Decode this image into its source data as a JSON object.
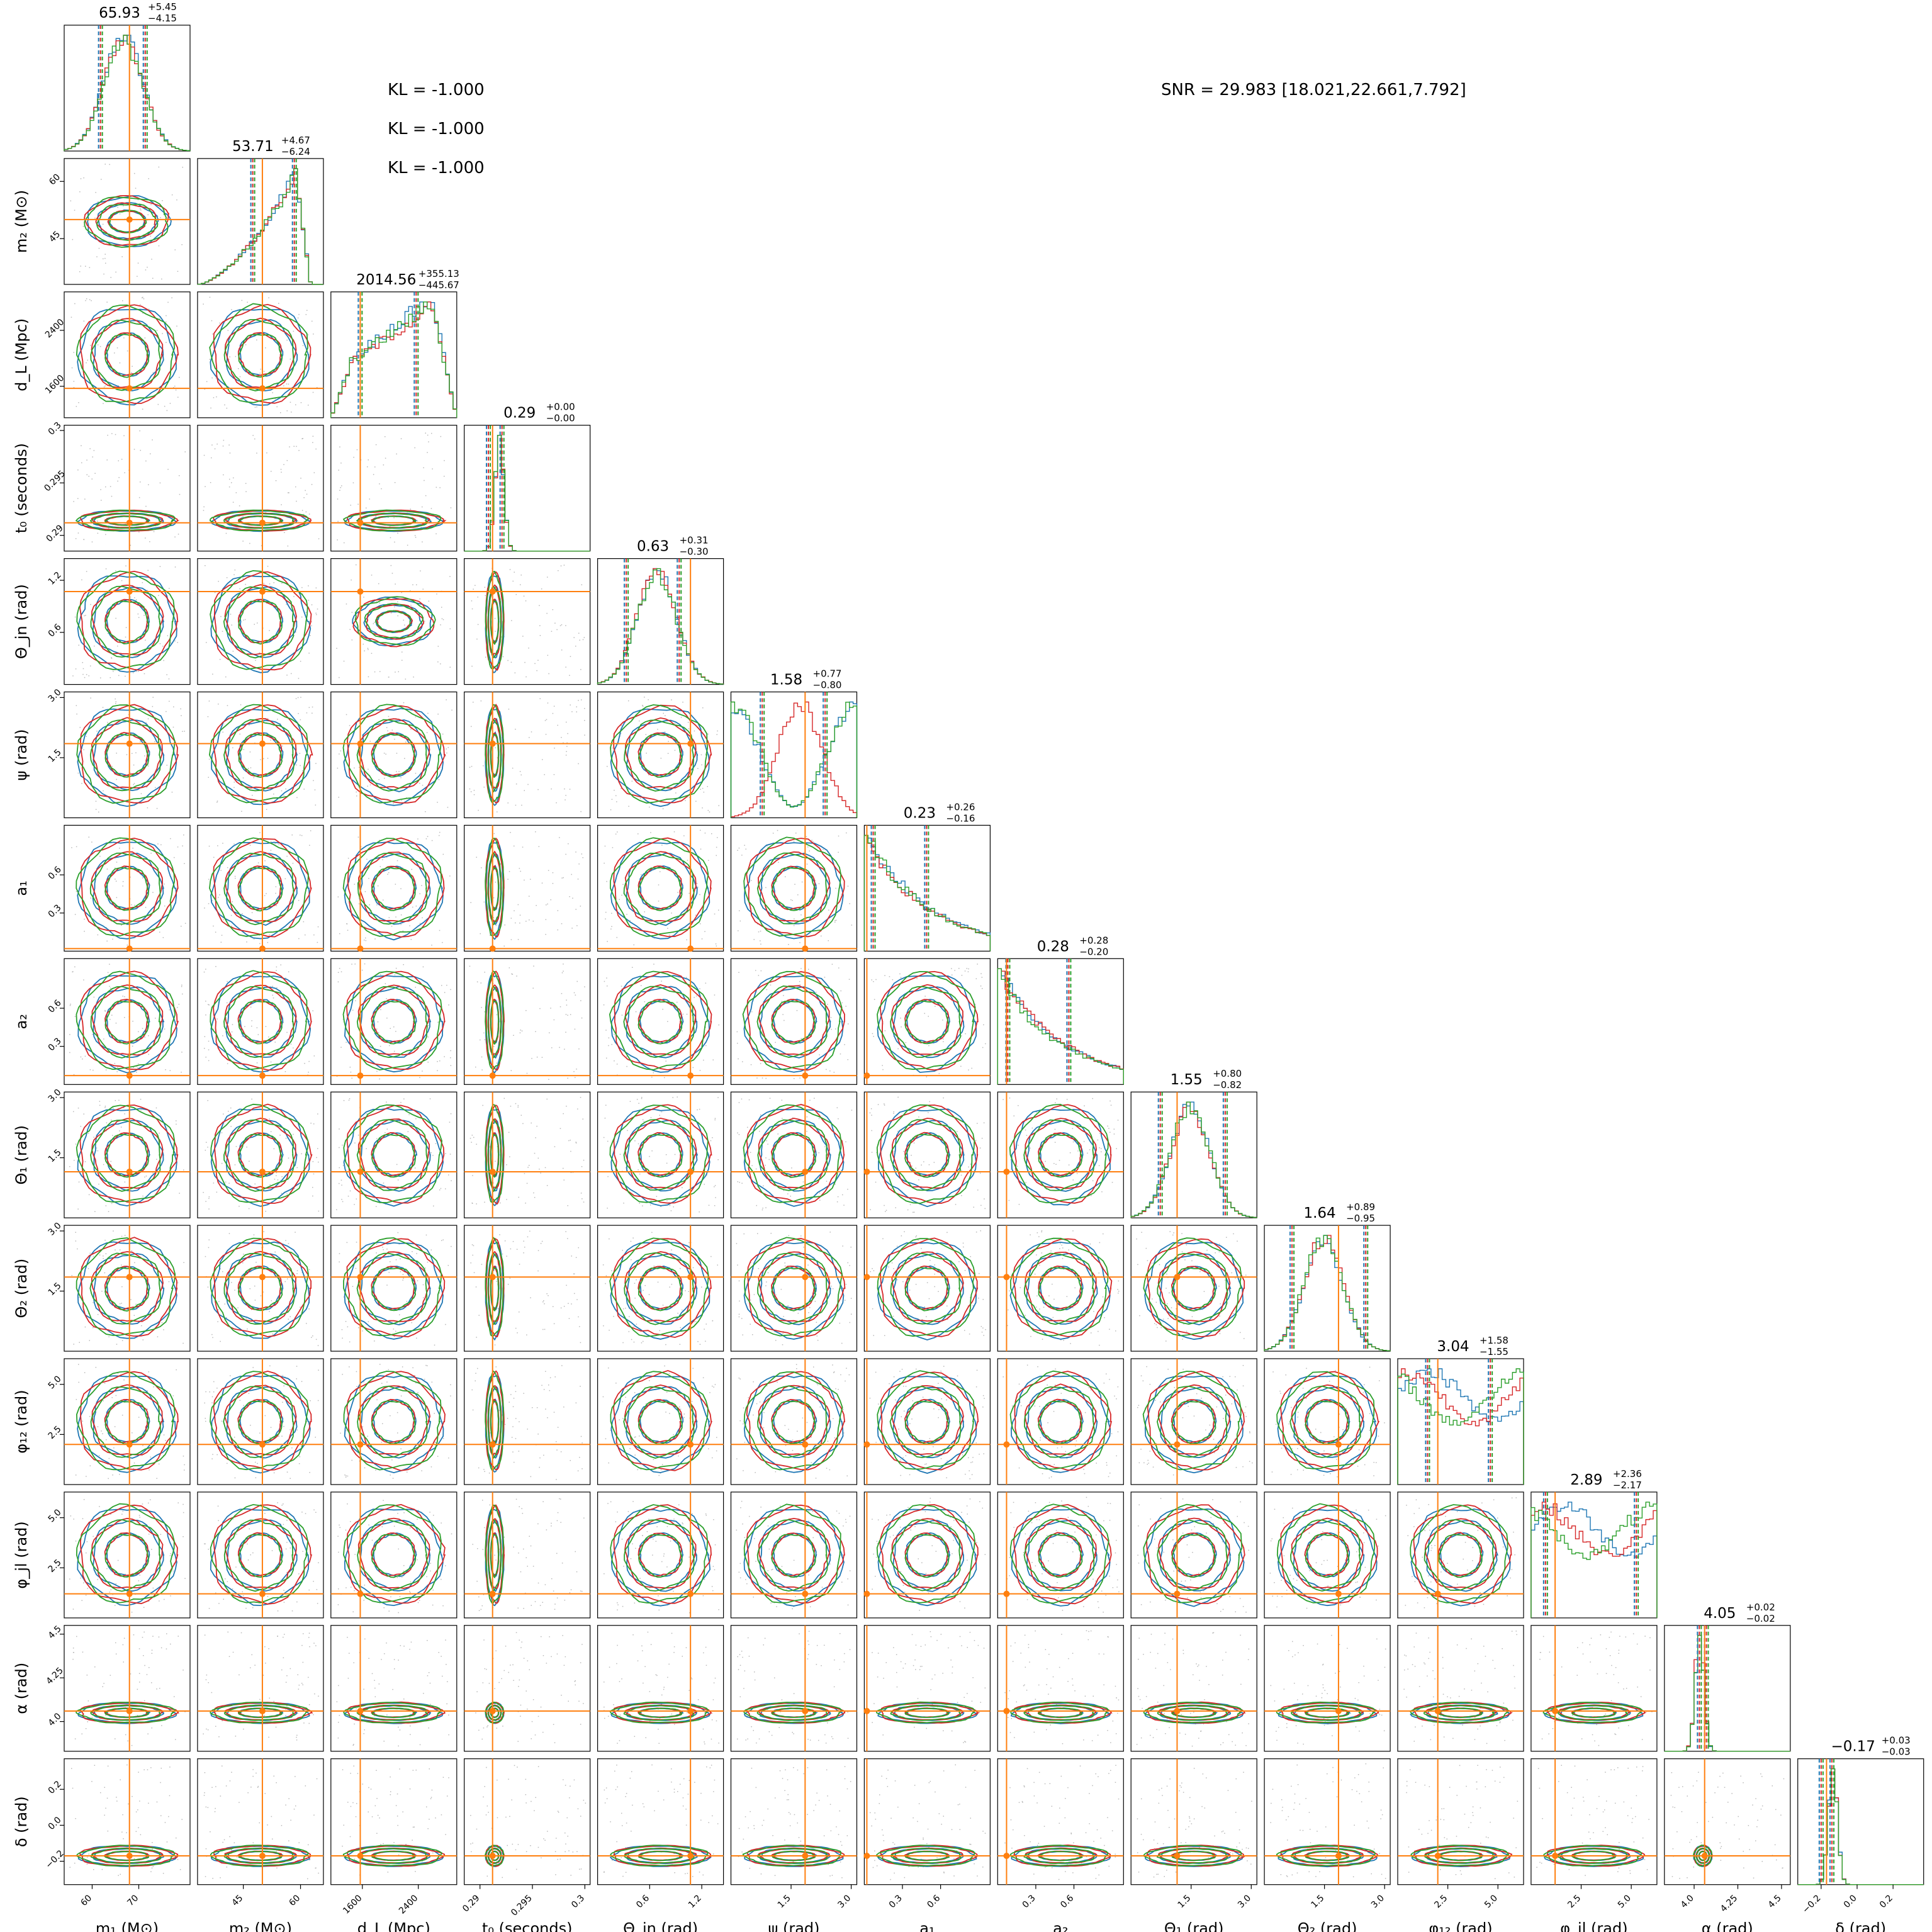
{
  "annotations": {
    "kl_lines": [
      "KL = -1.000",
      "KL = -1.000",
      "KL = -1.000"
    ],
    "snr": "SNR = 29.983 [18.021,22.661,7.792]"
  },
  "colors": {
    "truth": "#ff7f0e",
    "series": [
      "#1f77b4",
      "#d62728",
      "#2ca02c"
    ],
    "scatter": "#8c8c8c"
  },
  "chart_data": {
    "type": "corner",
    "grid": false,
    "legend": "none",
    "parameters": [
      {
        "label": "m₁ (M⊙)",
        "title_value": "65.93",
        "plus": "+5.45",
        "minus": "−4.15",
        "range": [
          54,
          81
        ],
        "ticks": [
          60,
          70
        ],
        "truth": 68.0,
        "median": 65.93,
        "lo": 61.78,
        "hi": 71.38,
        "shape": "peak"
      },
      {
        "label": "m₂ (M⊙)",
        "title_value": "53.71",
        "plus": "+4.67",
        "minus": "−6.24",
        "range": [
          33,
          66
        ],
        "ticks": [
          45,
          60
        ],
        "truth": 50.0,
        "median": 53.71,
        "lo": 47.47,
        "hi": 58.38,
        "shape": "rising"
      },
      {
        "label": "d_L (Mpc)",
        "title_value": "2014.56",
        "plus": "+355.13",
        "minus": "−445.67",
        "range": [
          1150,
          2950
        ],
        "ticks": [
          1600,
          2400
        ],
        "truth": 1570,
        "median": 2014.56,
        "lo": 1568.89,
        "hi": 2369.69,
        "shape": "plateau"
      },
      {
        "label": "t₀ (seconds)",
        "title_value": "0.29",
        "plus": "+0.00",
        "minus": "−0.00",
        "range": [
          0.2885,
          0.3005
        ],
        "ticks": [
          0.29,
          0.295,
          0.3
        ],
        "truth": 0.2912,
        "median": 0.2914,
        "lo": 0.2908,
        "hi": 0.2921,
        "shape": "narrow"
      },
      {
        "label": "Θ_jn (rad)",
        "title_value": "0.63",
        "plus": "+0.31",
        "minus": "−0.30",
        "range": [
          0.0,
          1.45
        ],
        "ticks": [
          0.6,
          1.2
        ],
        "truth": 1.07,
        "median": 0.63,
        "lo": 0.33,
        "hi": 0.94,
        "shape": "peak"
      },
      {
        "label": "ψ (rad)",
        "title_value": "1.58",
        "plus": "+0.77",
        "minus": "−0.80",
        "range": [
          0.0,
          3.14
        ],
        "ticks": [
          1.5,
          3.0
        ],
        "truth": 1.85,
        "median": 1.58,
        "lo": 0.78,
        "hi": 2.35,
        "shape": "bimodal"
      },
      {
        "label": "a₁",
        "title_value": "0.23",
        "plus": "+0.26",
        "minus": "−0.16",
        "range": [
          0.0,
          0.99
        ],
        "ticks": [
          0.3,
          0.6
        ],
        "truth": 0.02,
        "median": 0.23,
        "lo": 0.07,
        "hi": 0.49,
        "shape": "decay"
      },
      {
        "label": "a₂",
        "title_value": "0.28",
        "plus": "+0.28",
        "minus": "−0.20",
        "range": [
          0.0,
          0.99
        ],
        "ticks": [
          0.3,
          0.6
        ],
        "truth": 0.07,
        "median": 0.28,
        "lo": 0.08,
        "hi": 0.56,
        "shape": "decay"
      },
      {
        "label": "Θ₁ (rad)",
        "title_value": "1.55",
        "plus": "+0.80",
        "minus": "−0.82",
        "range": [
          0.0,
          3.14
        ],
        "ticks": [
          1.5,
          3.0
        ],
        "truth": 1.15,
        "median": 1.55,
        "lo": 0.73,
        "hi": 2.35,
        "shape": "peak"
      },
      {
        "label": "Θ₂ (rad)",
        "title_value": "1.64",
        "plus": "+0.89",
        "minus": "−0.95",
        "range": [
          0.0,
          3.14
        ],
        "ticks": [
          1.5,
          3.0
        ],
        "truth": 1.85,
        "median": 1.64,
        "lo": 0.69,
        "hi": 2.53,
        "shape": "peak"
      },
      {
        "label": "φ₁₂ (rad)",
        "title_value": "3.04",
        "plus": "+1.58",
        "minus": "−1.55",
        "range": [
          0.0,
          6.28
        ],
        "ticks": [
          2.5,
          5.0
        ],
        "truth": 2.0,
        "median": 3.04,
        "lo": 1.49,
        "hi": 4.62,
        "shape": "flat"
      },
      {
        "label": "φ_jl (rad)",
        "title_value": "2.89",
        "plus": "+2.36",
        "minus": "−2.17",
        "range": [
          0.0,
          6.28
        ],
        "ticks": [
          2.5,
          5.0
        ],
        "truth": 1.2,
        "median": 2.89,
        "lo": 0.72,
        "hi": 5.25,
        "shape": "flat"
      },
      {
        "label": "α (rad)",
        "title_value": "4.05",
        "plus": "+0.02",
        "minus": "−0.02",
        "range": [
          3.83,
          4.55
        ],
        "ticks": [
          4.0,
          4.25,
          4.5
        ],
        "truth": 4.06,
        "median": 4.05,
        "lo": 4.03,
        "hi": 4.07,
        "shape": "narrow"
      },
      {
        "label": "δ (rad)",
        "title_value": "−0.17",
        "plus": "+0.03",
        "minus": "−0.03",
        "range": [
          -0.33,
          0.37
        ],
        "ticks": [
          -0.2,
          0.0,
          0.2
        ],
        "truth": -0.17,
        "median": -0.17,
        "lo": -0.2,
        "hi": -0.14,
        "shape": "narrow"
      }
    ]
  }
}
